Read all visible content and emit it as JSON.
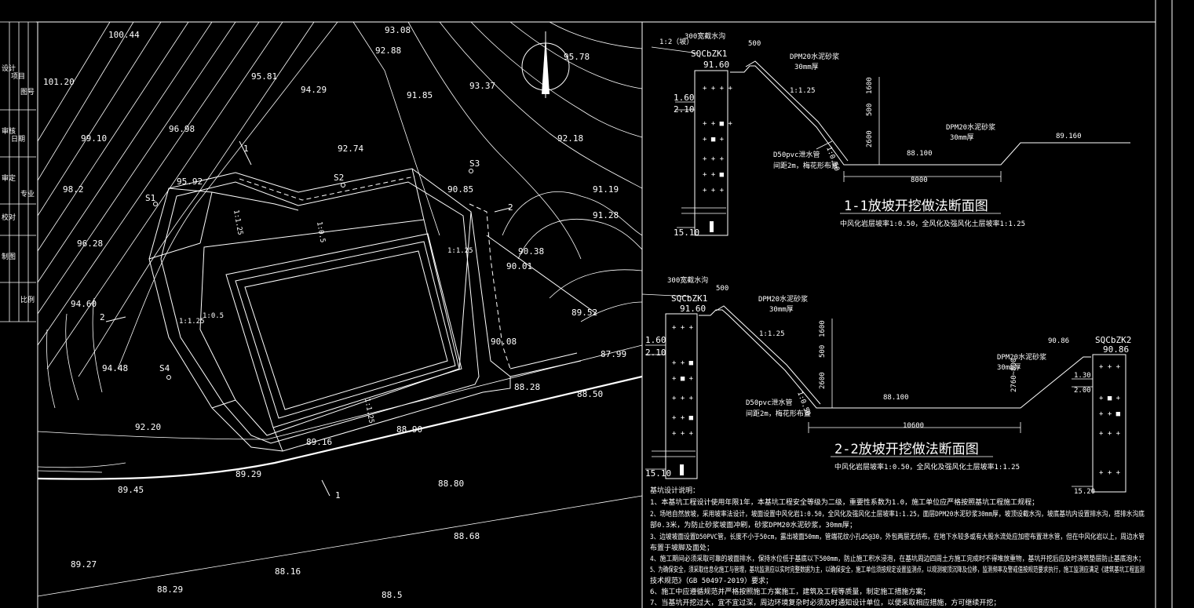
{
  "plan": {
    "elevations": [
      {
        "id": "e1",
        "text": "100.44"
      },
      {
        "id": "e2",
        "text": "101.20"
      },
      {
        "id": "e3",
        "text": "93.08"
      },
      {
        "id": "e4",
        "text": "92.88"
      },
      {
        "id": "e5",
        "text": "95.81"
      },
      {
        "id": "e6",
        "text": "94.29"
      },
      {
        "id": "e7",
        "text": "95.78"
      },
      {
        "id": "e8",
        "text": "93.37"
      },
      {
        "id": "e9",
        "text": "91.85"
      },
      {
        "id": "e10",
        "text": "96.98"
      },
      {
        "id": "e11",
        "text": "99.10"
      },
      {
        "id": "e12",
        "text": "92.74"
      },
      {
        "id": "e13",
        "text": "92.18"
      },
      {
        "id": "e14",
        "text": "95.92"
      },
      {
        "id": "e15",
        "text": "98.2"
      },
      {
        "id": "e16",
        "text": "90.85"
      },
      {
        "id": "e17",
        "text": "91.19"
      },
      {
        "id": "e18",
        "text": "91.28"
      },
      {
        "id": "e19",
        "text": "96.28"
      },
      {
        "id": "e20",
        "text": "90.38"
      },
      {
        "id": "e21",
        "text": "90.01"
      },
      {
        "id": "e22",
        "text": "94.60"
      },
      {
        "id": "e23",
        "text": "89.52"
      },
      {
        "id": "e24",
        "text": "90.08"
      },
      {
        "id": "e25",
        "text": "94.48"
      },
      {
        "id": "e26",
        "text": "87.99"
      },
      {
        "id": "e27",
        "text": "88.28"
      },
      {
        "id": "e28",
        "text": "88.50"
      },
      {
        "id": "e29",
        "text": "92.20"
      },
      {
        "id": "e30",
        "text": "88.90"
      },
      {
        "id": "e31",
        "text": "89.16"
      },
      {
        "id": "e32",
        "text": "89.29"
      },
      {
        "id": "e33",
        "text": "89.45"
      },
      {
        "id": "e34",
        "text": "88.80"
      },
      {
        "id": "e35",
        "text": "88.68"
      },
      {
        "id": "e36",
        "text": "89.27"
      },
      {
        "id": "e37",
        "text": "88.16"
      },
      {
        "id": "e38",
        "text": "88.29"
      },
      {
        "id": "e39",
        "text": "88.5"
      }
    ],
    "boreholes": [
      {
        "id": "b1",
        "text": "S1"
      },
      {
        "id": "b2",
        "text": "S2"
      },
      {
        "id": "b3",
        "text": "S3"
      },
      {
        "id": "b4",
        "text": "S4"
      }
    ],
    "slope_labels": [
      "1:1.25",
      "1:0.5",
      "1:1.25",
      "1:1.25",
      "1:0.5",
      "1:1.25"
    ],
    "section_marks": [
      "1",
      "1",
      "2",
      "2"
    ]
  },
  "section1": {
    "title": "1-1放坡开挖做法断面图",
    "subtitle": "中风化岩层坡率1:0.50，全风化及强风化土层坡率1:1.25",
    "borehole": "SQCbZK1",
    "top_elev": "91.60",
    "elev_a": "1.60",
    "elev_b": "2.10",
    "elev_c": "15.10",
    "bottom_elev": "88.100",
    "right_elev": "89.160",
    "width_dim": "8000",
    "top_dim": "500",
    "dims_v": [
      "1600",
      "500",
      "2600"
    ],
    "label_wall": "300宽截水沟",
    "label_mortar": "DPM20水泥砂浆",
    "label_thick": "30mm厚",
    "label_pipe": "D50pvc泄水管",
    "label_pipe2": "间距2m，梅花形布置",
    "label_ratio1": "1:1.25",
    "label_ratio2": "1:0.50",
    "label_small": "1:2（坡）"
  },
  "section2": {
    "title": "2-2放坡开挖做法断面图",
    "subtitle": "中风化岩层坡率1:0.50，全风化及强风化土层坡率1:1.25",
    "borehole": "SQCbZK1",
    "borehole2": "SQCbZK2",
    "top_elev": "91.60",
    "right_elev": "90.86",
    "right_elev2": "90.86",
    "elev_a": "1.60",
    "elev_b": "2.10",
    "elev_c": "15.10",
    "elev_r1": "1.30",
    "elev_r2": "2.00",
    "elev_r3": "15.20",
    "bottom_elev": "88.100",
    "width_dim": "10600",
    "top_dim": "500",
    "dims_v": [
      "1600",
      "500",
      "2600"
    ],
    "right_dim": "2760~800",
    "label_wall": "300宽截水沟",
    "label_mortar": "DPM20水泥砂浆",
    "label_thick": "30mm厚",
    "label_pipe": "D50pvc泄水管",
    "label_pipe2": "间距2m，梅花形布置",
    "label_ratio1": "1:1.25",
    "label_ratio2": "1:0.50"
  },
  "notes": {
    "heading": "基坑设计说明：",
    "lines": [
      "1、本基坑工程设计使用年限1年，本基坑工程安全等级为二级，重要性系数为1.0，施工单位应严格按照基坑工程施工规程；",
      "2、场地自然放坡，采用坡率法设计，坡面设置中风化岩1:0.50，全风化及强风化土层坡率1:1.25，面层DPM20水泥砂浆30mm厚，坡顶设截水沟，坡底基坑内设置排水沟，搭排水沟底",
      "部0.3米，为防止砂浆坡面冲刷，砂浆DPM20水泥砂浆，30mm厚；",
      "3、边坡坡面设置D50PVC管，长度不小于50cm，露出坡面50mm，管端花纹小孔d5@30，外包两层无纺布，在地下水较多或有大股水流处应加密布置泄水管，但在中风化岩以上，周边水管",
      "布置于坡脚及面处；",
      "4、施工期间必须采取可靠的坡面排水，保持水位低于基底以下500mm，防止施工积水浸泡，在基坑周边四周土方施工完成时不得堆放重物，基坑开挖后应及时浇筑垫层防止基底泡水；",
      "5、为确保安全，须采取信息化施工与管理，基坑监测应以实时完整数据为主，以确保安全，施工单位须按规定设置监测点，以观测坡顶沉降及位移，监测频率及警戒值按规范要求执行，施工监测应满足《建筑基坑工程监测",
      "技术规范》（GB 50497-2019）要求；",
      "6、施工中应遵循规范并严格按照施工方案施工，建筑及工程等质量，制定施工措施方案；",
      "7、当基坑开挖过大，宜不宜过深，周边环境复杂时必须及时通知设计单位，以便采取相应措施，方可继续开挖；"
    ]
  },
  "title_block": {
    "cells": [
      "设计",
      "审核",
      "审定",
      "校对",
      "制图",
      "项目",
      "日期",
      "图号",
      "专业",
      "比例"
    ]
  }
}
